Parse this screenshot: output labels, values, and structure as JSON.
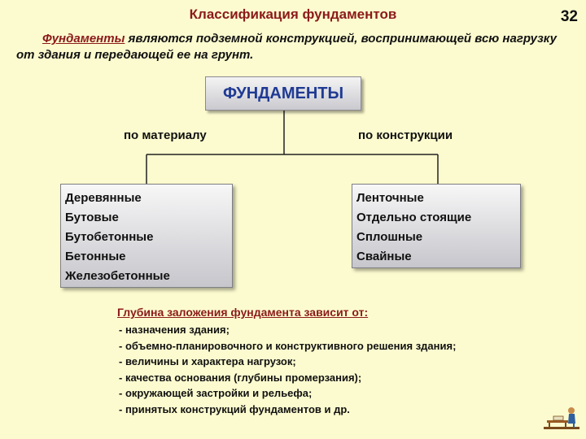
{
  "page": {
    "title": "Классификация фундаментов",
    "number": "32"
  },
  "intro": {
    "term": "Фундаменты",
    "text": " являются подземной конструкцией, воспринимающей всю нагрузку от здания и передающей ее на грунт."
  },
  "diagram": {
    "root": "ФУНДАМЕНТЫ",
    "branches": [
      {
        "label": "по материалу",
        "items": [
          "Деревянные",
          "Бутовые",
          "Бутобетонные",
          "Бетонные",
          "Железобетонные"
        ]
      },
      {
        "label": "по конструкции",
        "items": [
          "Ленточные",
          "Отдельно стоящие",
          "Сплошные",
          "Свайные"
        ]
      }
    ]
  },
  "factors": {
    "title": "Глубина заложения фундамента зависит от:",
    "items": [
      "- назначения здания;",
      "- объемно-планировочного и конструктивного решения здания;",
      "- величины и характера нагрузок;",
      "- качества основания (глубины промерзания);",
      "- окружающей застройки и рельефа;",
      "- принятых конструкций фундаментов и др."
    ]
  },
  "colors": {
    "background": "#fcfbcf",
    "accent": "#8b1a1a",
    "root_text": "#1f3a93"
  },
  "logo": {
    "icon": "reader-at-desk-icon"
  }
}
